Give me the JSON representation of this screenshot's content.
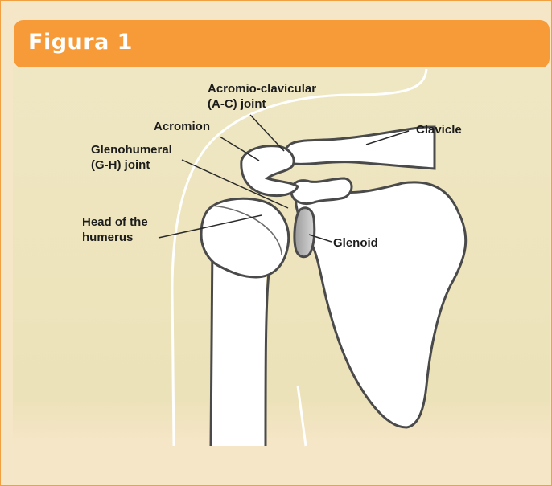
{
  "header": {
    "title": "Figura 1"
  },
  "labels": {
    "ac_joint_line1": "Acromio-clavicular",
    "ac_joint_line2": "(A-C) joint",
    "acromion": "Acromion",
    "clavicle": "Clavicle",
    "gh_joint_line1": "Glenohumeral",
    "gh_joint_line2": "(G-H) joint",
    "head_line1": "Head of the",
    "head_line2": "humerus",
    "glenoid": "Glenoid"
  },
  "colors": {
    "header": "#f79a38",
    "background": "#eee4bf",
    "bone": "#ffffff",
    "outline": "#4a4a4a",
    "glenoid": "#b8b8b8"
  }
}
